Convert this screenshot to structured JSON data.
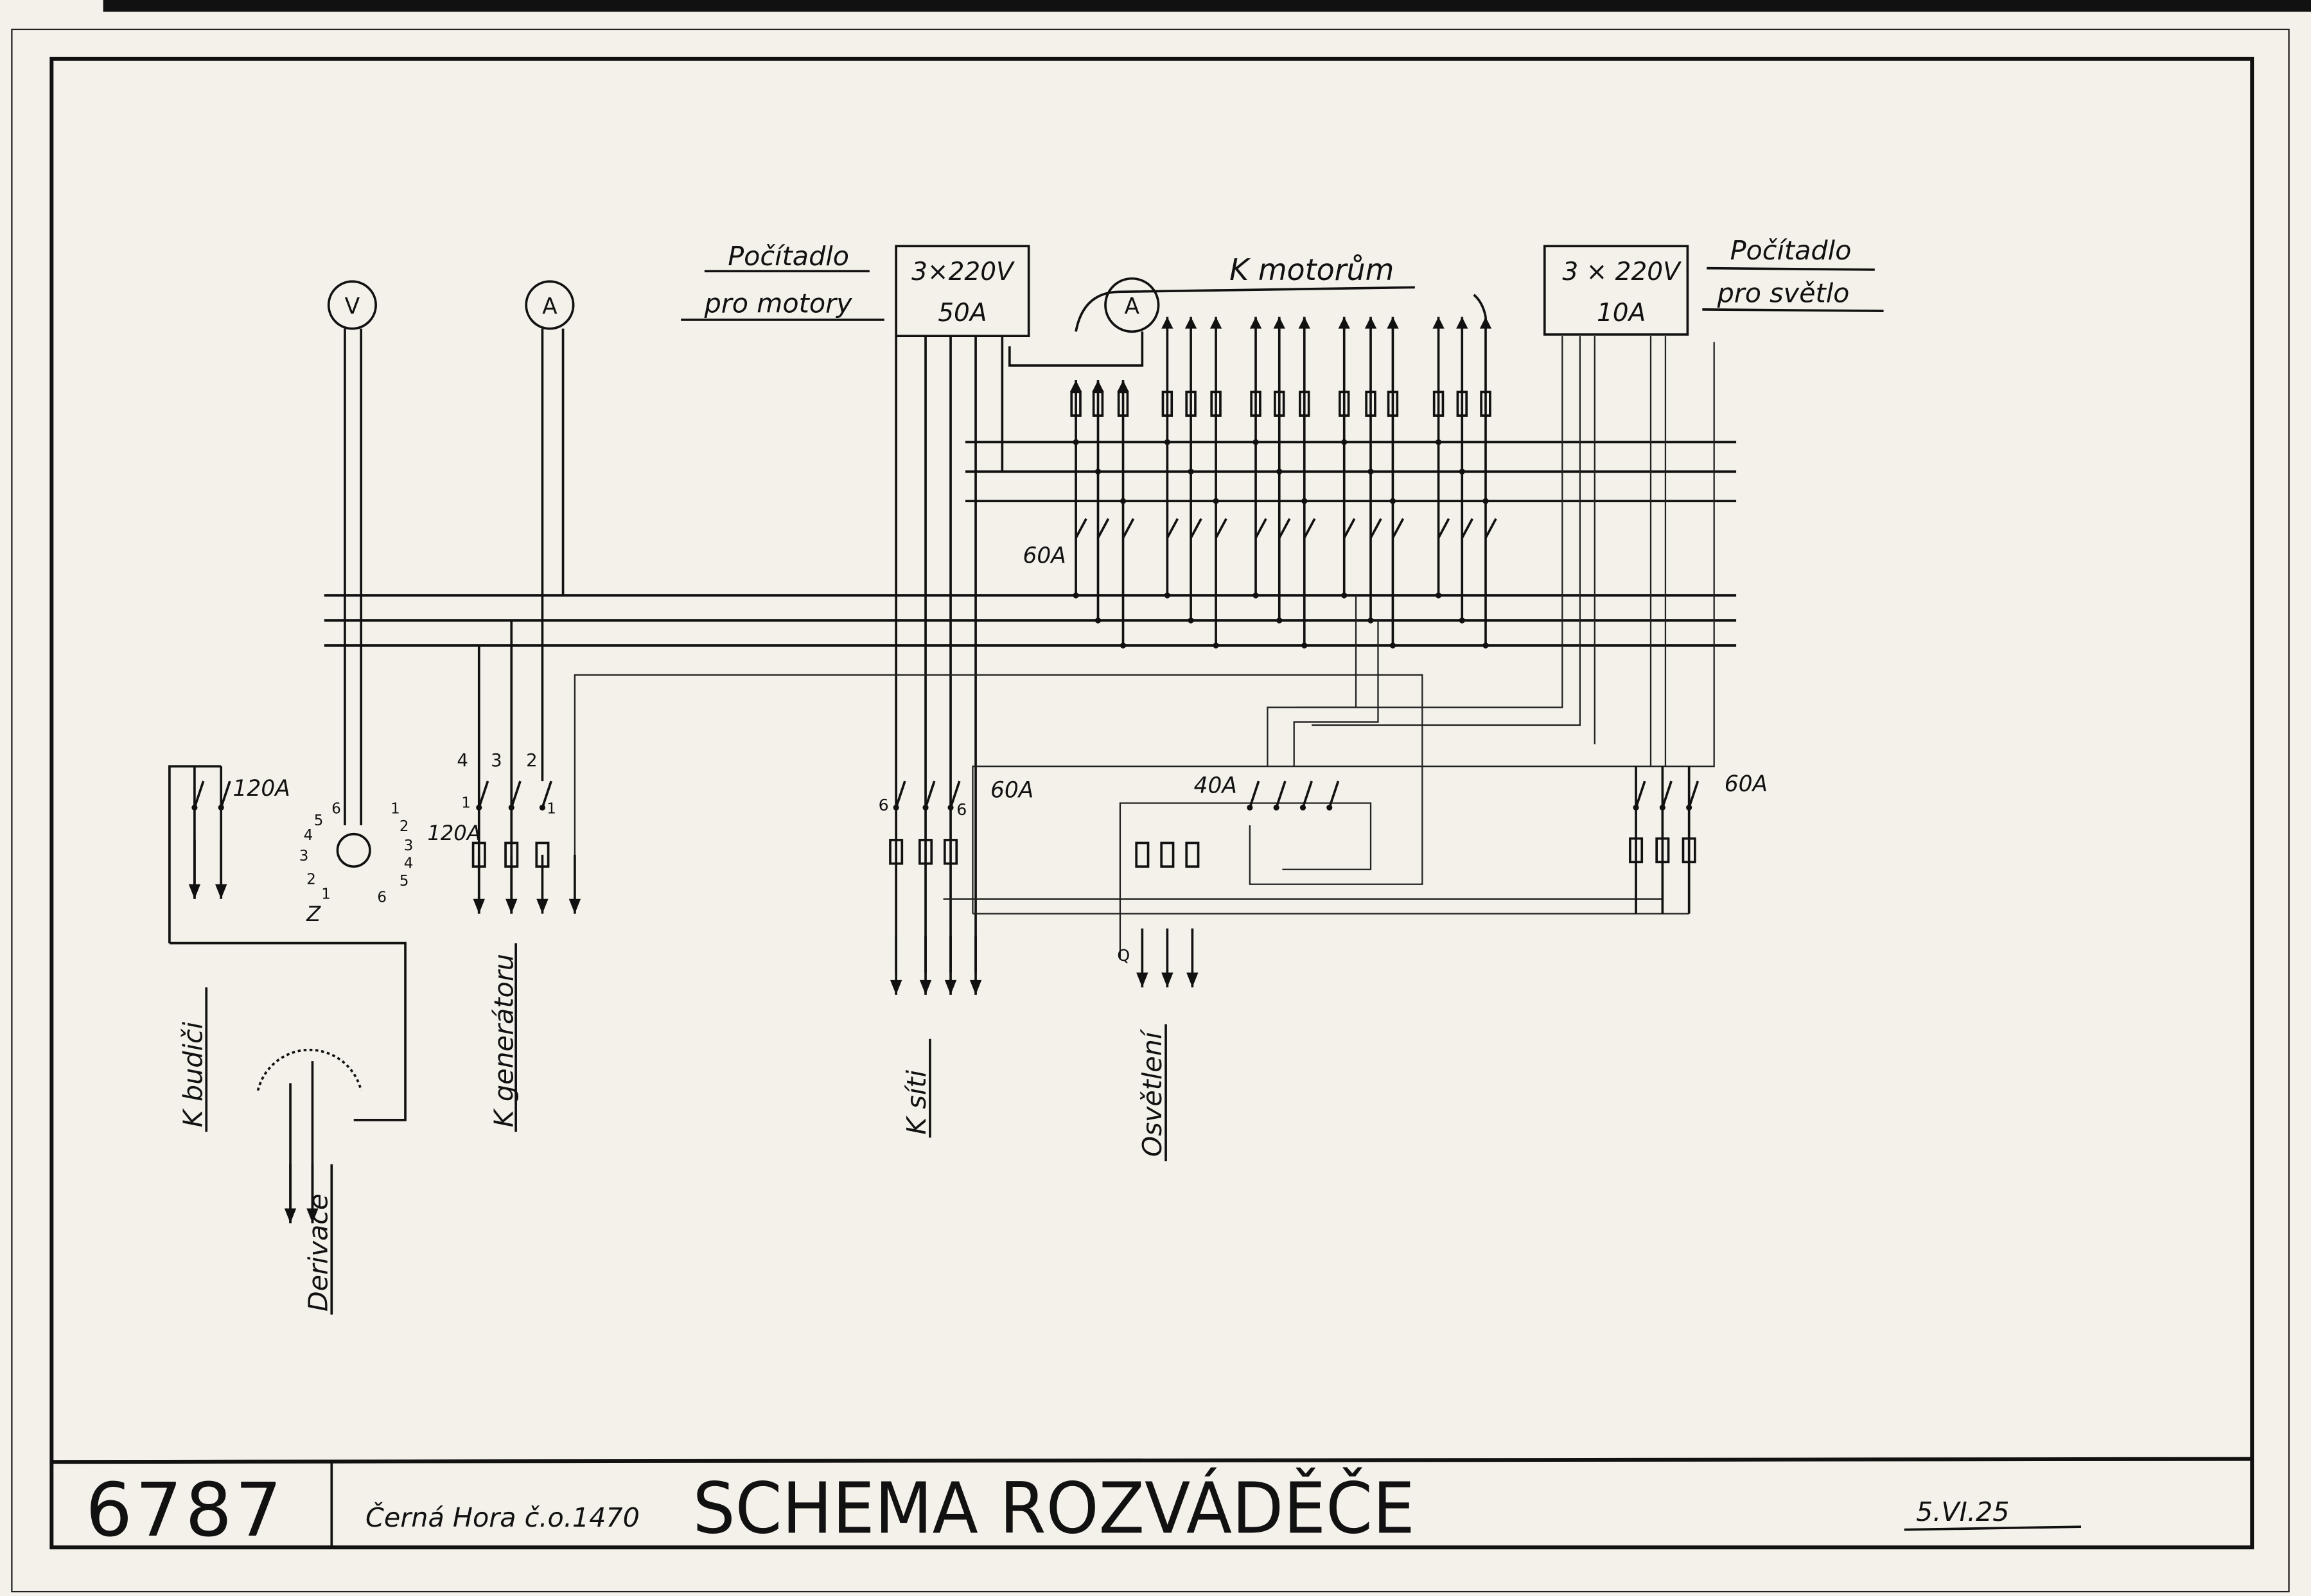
{
  "drawing": {
    "number": "6787",
    "location": "Černá Hora č.o.1470",
    "title": "SCHEMA ROZVÁDĚČE",
    "date": "5.VI.25"
  },
  "meters": {
    "voltmeter": "V",
    "ammeter_generator": "A",
    "ammeter_motors": "A"
  },
  "meter_motors": {
    "label_line1": "Počítadlo",
    "label_line2": "pro motory",
    "rating_voltage": "3×220V",
    "rating_current": "50A"
  },
  "meter_light": {
    "label_line1": "Počítadlo",
    "label_line2": "pro světlo",
    "rating_voltage": "3 × 220V",
    "rating_current": "10A"
  },
  "labels": {
    "motors": "K motorům",
    "exciter": "K budiči",
    "derivation": "Derivace",
    "generator": "K generátoru",
    "grid": "K síti",
    "lighting": "Osvětlení",
    "z": "Z",
    "q": "Q"
  },
  "ratings": {
    "motor_switches": "60A",
    "exciter_switch": "120A",
    "selector": "120A",
    "grid_switch": "60A",
    "lighting_switch": "40A",
    "light_meter_switch": "60A"
  },
  "switch_numbers": {
    "gen": [
      "4",
      "3",
      "2"
    ],
    "gen_low": [
      "1",
      "1"
    ],
    "grid": [
      "6",
      "6"
    ],
    "selector_left": [
      "6",
      "5",
      "4",
      "3",
      "2",
      "1"
    ],
    "selector_right": [
      "1",
      "2",
      "3",
      "4",
      "5",
      "6"
    ]
  }
}
